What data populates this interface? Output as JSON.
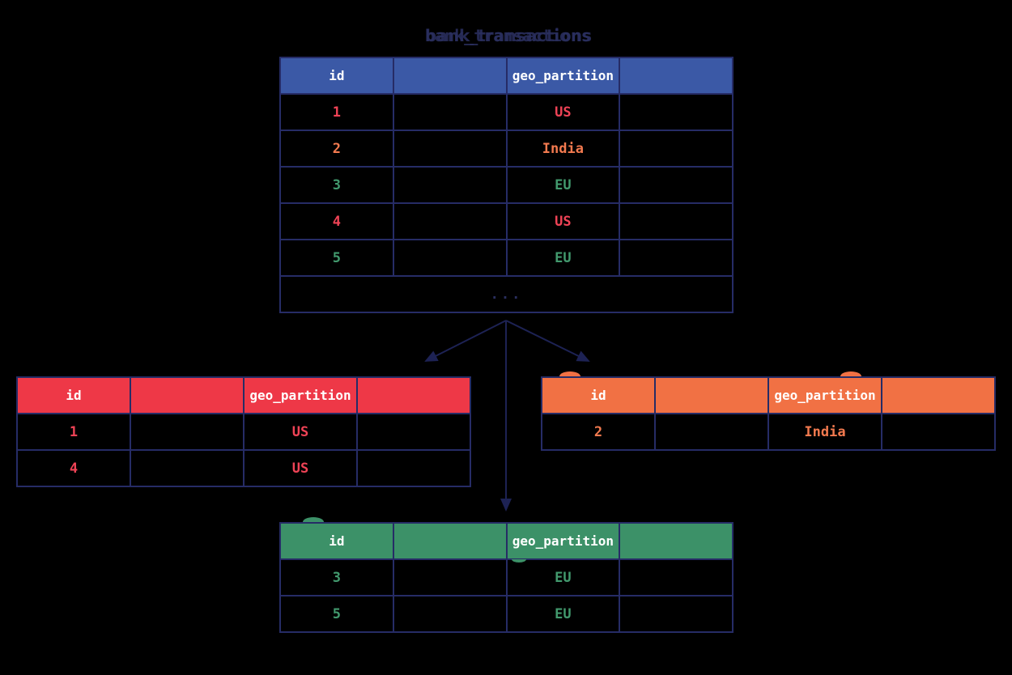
{
  "title": {
    "sans": "bank_transactions",
    "mono": "bank_transactions"
  },
  "colors": {
    "background": "#000000",
    "grid_line": "#262c66",
    "arrow": "#1d2254",
    "main_header": "#3b59a6",
    "us_accent": "#ee3847",
    "india_accent": "#f17144",
    "eu_accent": "#3c9168",
    "header_text": "#ffffff",
    "title_text": "#2a2f5f"
  },
  "tables": {
    "main": {
      "headers": [
        "id",
        "",
        "geo_partition",
        ""
      ],
      "rows": [
        {
          "id": "1",
          "geo": "US"
        },
        {
          "id": "2",
          "geo": "India"
        },
        {
          "id": "3",
          "geo": "EU"
        },
        {
          "id": "4",
          "geo": "US"
        },
        {
          "id": "5",
          "geo": "EU"
        }
      ],
      "ellipsis": "..."
    },
    "us_partition": {
      "headers": [
        "id",
        "",
        "geo_partition",
        ""
      ],
      "rows": [
        {
          "id": "1",
          "geo": "US"
        },
        {
          "id": "4",
          "geo": "US"
        }
      ]
    },
    "india_partition": {
      "headers": [
        "id",
        "",
        "geo_partition",
        ""
      ],
      "rows": [
        {
          "id": "2",
          "geo": "India"
        }
      ]
    },
    "eu_partition": {
      "headers": [
        "id",
        "",
        "geo_partition",
        ""
      ],
      "rows": [
        {
          "id": "3",
          "geo": "EU"
        },
        {
          "id": "5",
          "geo": "EU"
        }
      ]
    }
  }
}
